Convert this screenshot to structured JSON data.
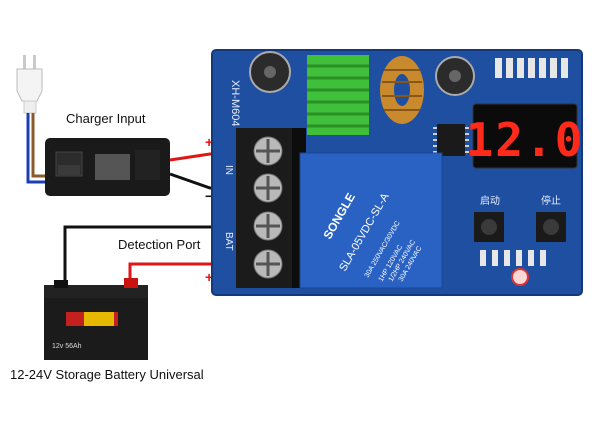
{
  "labels": {
    "charger_input": "Charger Input",
    "detection_port": "Detection Port",
    "battery": "12-24V Storage Battery Universal"
  },
  "board": {
    "model": "XH-M604",
    "terminal_in": "IN",
    "terminal_bat": "BAT",
    "plus": "+",
    "minus": "−",
    "display_value": "12.0",
    "button_start": "启动",
    "button_stop": "停止"
  },
  "relay": {
    "brand": "SONGLE",
    "model": "SLA-05VDC-SL-A",
    "rating_lines": [
      "30A 250VAC/30VDC",
      "1HP 120VAC",
      "1/2HP 240VAC",
      "30A 240VAC"
    ]
  },
  "battery_unit": {
    "capacity": "12v 56Ah"
  },
  "colors": {
    "board_blue": "#1f4fa0",
    "relay_blue": "#2a62c4",
    "display_red": "#ff2a1a",
    "wire_red": "#e01515",
    "wire_black": "#111111",
    "wire_blue": "#1a3fb0",
    "wire_brown": "#8a5a2b",
    "heatsink_green": "#3fbf3a"
  }
}
